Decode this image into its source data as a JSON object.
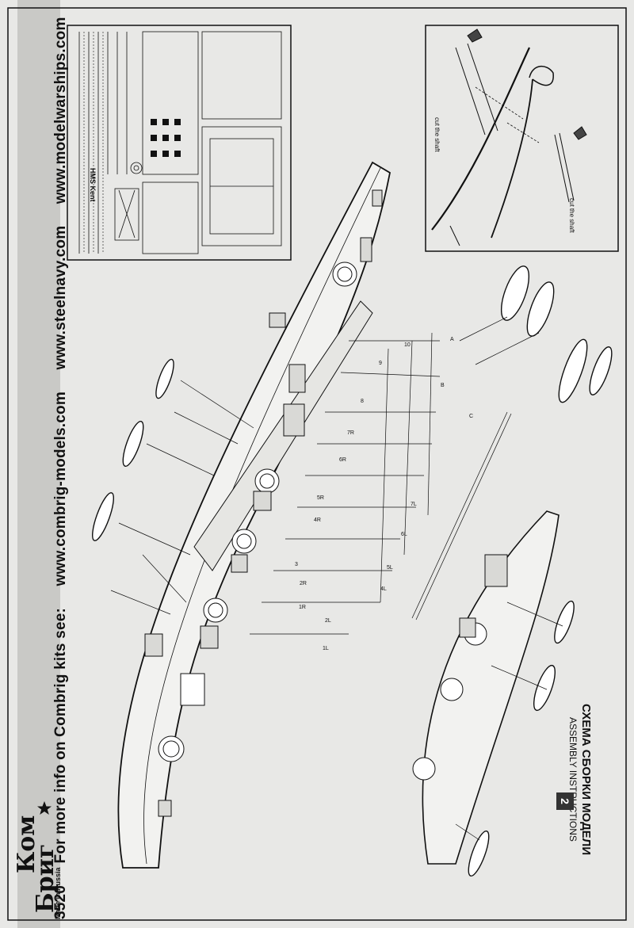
{
  "footer": {
    "kit_number": "3520",
    "info_text": "For more info on Combrig kits see:",
    "url_1": "www.combrig-models.com",
    "url_2": "www.steelnavy.com",
    "url_3": "www.modelwarships.com"
  },
  "kit_name": "HMS Kent",
  "title_ru": "СХЕМА СБОРКИ МОДЕЛИ",
  "title_en": "ASSEMBLY INSTRUCTIONS",
  "step_number": "2",
  "logo": {
    "line1": "Ком",
    "line2": "Бриг",
    "made_in": "Made in Russia"
  },
  "cut_labels": [
    "cut the shaft",
    "cut the shaft"
  ],
  "part_labels": [
    "1L",
    "1R",
    "2L",
    "2R",
    "3",
    "4L",
    "4R",
    "5L",
    "5R",
    "6L",
    "6R",
    "7L",
    "7R",
    "8",
    "9",
    "10",
    "A",
    "B",
    "C"
  ],
  "colors": {
    "background": "#e8e8e6",
    "ink": "#111111",
    "band": "#c9c9c6"
  }
}
